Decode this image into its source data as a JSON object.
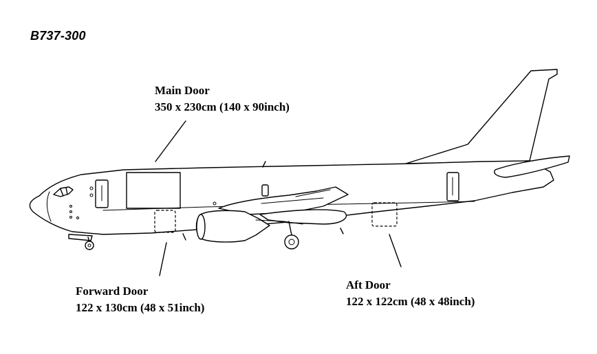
{
  "title": "B737-300",
  "doors": {
    "main": {
      "name": "Main Door",
      "dims": "350 x 230cm (140 x 90inch)"
    },
    "forward": {
      "name": "Forward Door",
      "dims": "122 x 130cm (48 x 51inch)"
    },
    "aft": {
      "name": "Aft Door",
      "dims": "122 x 122cm (48 x 48inch)"
    }
  }
}
